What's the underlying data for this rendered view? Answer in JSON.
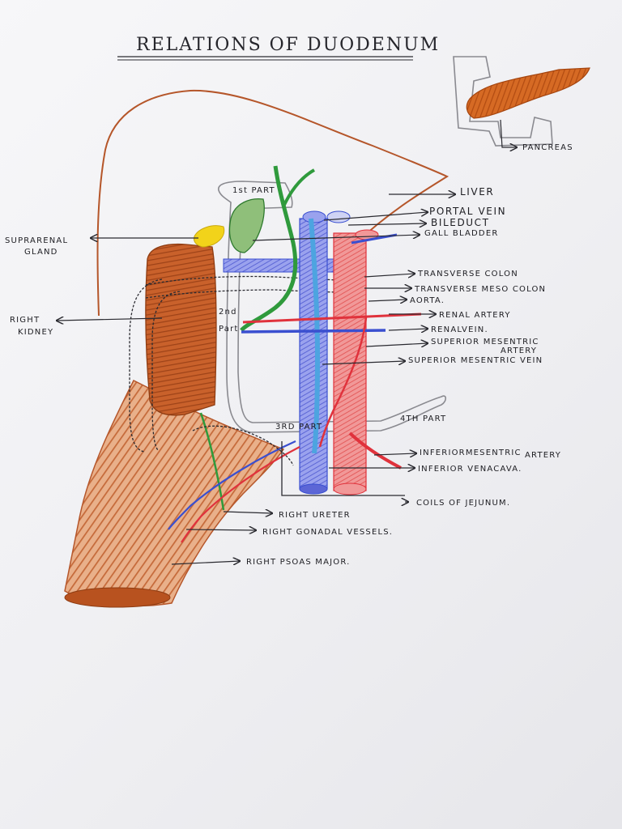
{
  "title": "RELATIONS OF DUODENUM",
  "inset": {
    "label": "PANCREAS"
  },
  "duodenum_parts": {
    "first": "1st PART",
    "second_a": "2nd",
    "second_b": "Part",
    "third": "3RD PART",
    "fourth": "4TH PART"
  },
  "labels_left": {
    "suprarenal_1": "SUPRARENAL",
    "suprarenal_2": "GLAND",
    "kidney_1": "RIGHT",
    "kidney_2": "KIDNEY"
  },
  "labels_right": {
    "liver": "LIVER",
    "portal_vein": "PORTAL VEIN",
    "bile_duct": "BILEDUCT",
    "gall_bladder": "GALL BLADDER",
    "transverse_colon": "TRANSVERSE COLON",
    "transverse_mesocolon": "TRANSVERSE MESO COLON",
    "aorta": "AORTA.",
    "renal_artery": "RENAL ARTERY",
    "renal_vein": "RENALVEIN.",
    "sma_1": "SUPERIOR MESENTRIC",
    "sma_2": "ARTERY",
    "smv": "SUPERIOR MESENTRIC VEIN",
    "ima_1": "INFERIORMESENTRIC",
    "ima_2": "ARTERY",
    "ivc": "INFERIOR VENACAVA.",
    "jejunum": "COILS OF JEJUNUM."
  },
  "labels_bottom": {
    "ureter": "RIGHT URETER",
    "gonadal": "RIGHT GONADAL VESSELS.",
    "psoas": "RIGHT PSOAS MAJOR."
  },
  "colors": {
    "ink": "#2a2a30",
    "liver_outline": "#b5562a",
    "muscle": "#c56a3a",
    "kidney": "#b8521f",
    "artery": "#e0323c",
    "vein": "#3a4fd0",
    "portal": "#4da4e0",
    "bile": "#2f9a3c",
    "gland": "#f2d31a"
  }
}
